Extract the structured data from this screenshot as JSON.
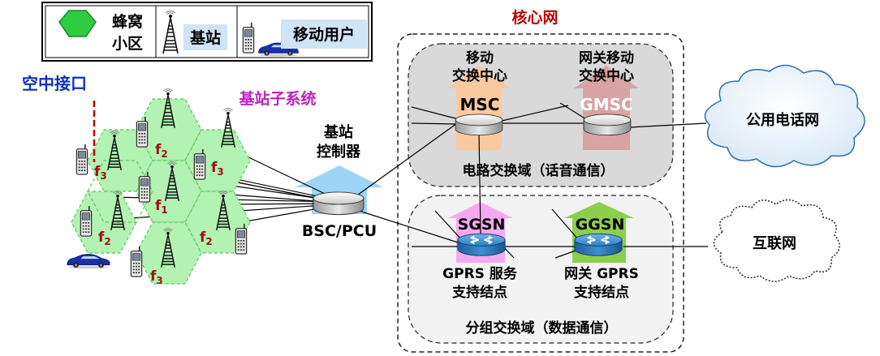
{
  "legend": {
    "cell_label_line1": "蜂窝",
    "cell_label_line2": "小区",
    "base_station_label": "基站",
    "mobile_user_label": "移动用户"
  },
  "titles": {
    "air_interface": "空中接口",
    "bss": "基站子系统",
    "core_network": "核心网"
  },
  "bsc": {
    "line1": "基站",
    "line2": "控制器",
    "name": "BSC/PCU"
  },
  "circuit_domain": {
    "msc_line1": "移动",
    "msc_line2": "交换中心",
    "msc_name": "MSC",
    "gmsc_line1": "网关移动",
    "gmsc_line2": "交换中心",
    "gmsc_name": "GMSC",
    "label": "电路交换域（话音通信）"
  },
  "packet_domain": {
    "sgsn_name": "SGSN",
    "sgsn_line1": "GPRS 服务",
    "sgsn_line2": "支持结点",
    "ggsn_name": "GGSN",
    "ggsn_line1": "网关 GPRS",
    "ggsn_line2": "支持结点",
    "label": "分组交换域（数据通信）"
  },
  "external": {
    "pstn": "公用电话网",
    "internet": "互联网"
  },
  "freq": {
    "f": "f",
    "s2": "2",
    "s3": "3",
    "s1": "1"
  },
  "colors": {
    "cell_fill": "#a8efa8",
    "cell_stroke": "#3fbf3f",
    "arrow_blue": "#9ed4f5",
    "arrow_orange": "#f9c9a0",
    "arrow_red": "#d9a3a3",
    "arrow_pink": "#f5a9f0",
    "arrow_green": "#8ccf4f",
    "air_interface": "#1030c0",
    "bss_title": "#c020c0",
    "core_title": "#c00000",
    "freq_label": "#a01010"
  }
}
